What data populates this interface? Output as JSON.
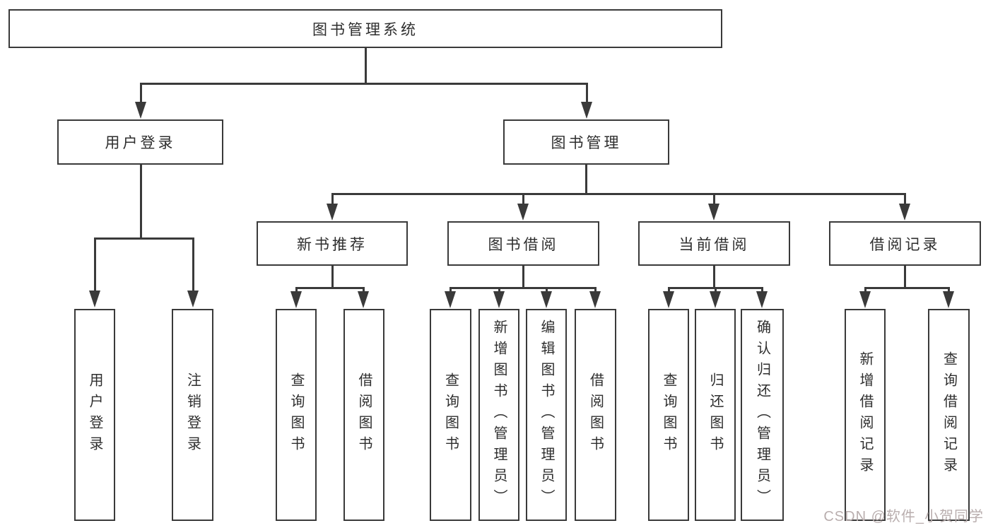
{
  "diagram": {
    "root": "图书管理系统",
    "level2": [
      "用户登录",
      "图书管理"
    ],
    "level3": [
      "新书推荐",
      "图书借阅",
      "当前借阅",
      "借阅记录"
    ],
    "leaves": {
      "user_login": [
        "用户登录",
        "注销登录"
      ],
      "new_book": [
        "查询图书",
        "借阅图书"
      ],
      "book_borrow": [
        "查询图书",
        "新增图书（管理员）",
        "编辑图书（管理员）",
        "借阅图书"
      ],
      "current_borrow": [
        "查询图书",
        "归还图书",
        "确认归还（管理员）"
      ],
      "borrow_record": [
        "新增借阅记录",
        "查询借阅记录"
      ]
    }
  },
  "watermark": "CSDN @软件_小贺同学",
  "colors": {
    "line": "#3a3a3a",
    "text": "#2e2e2e",
    "watermark": "#b9aeae",
    "background": "#ffffff"
  }
}
